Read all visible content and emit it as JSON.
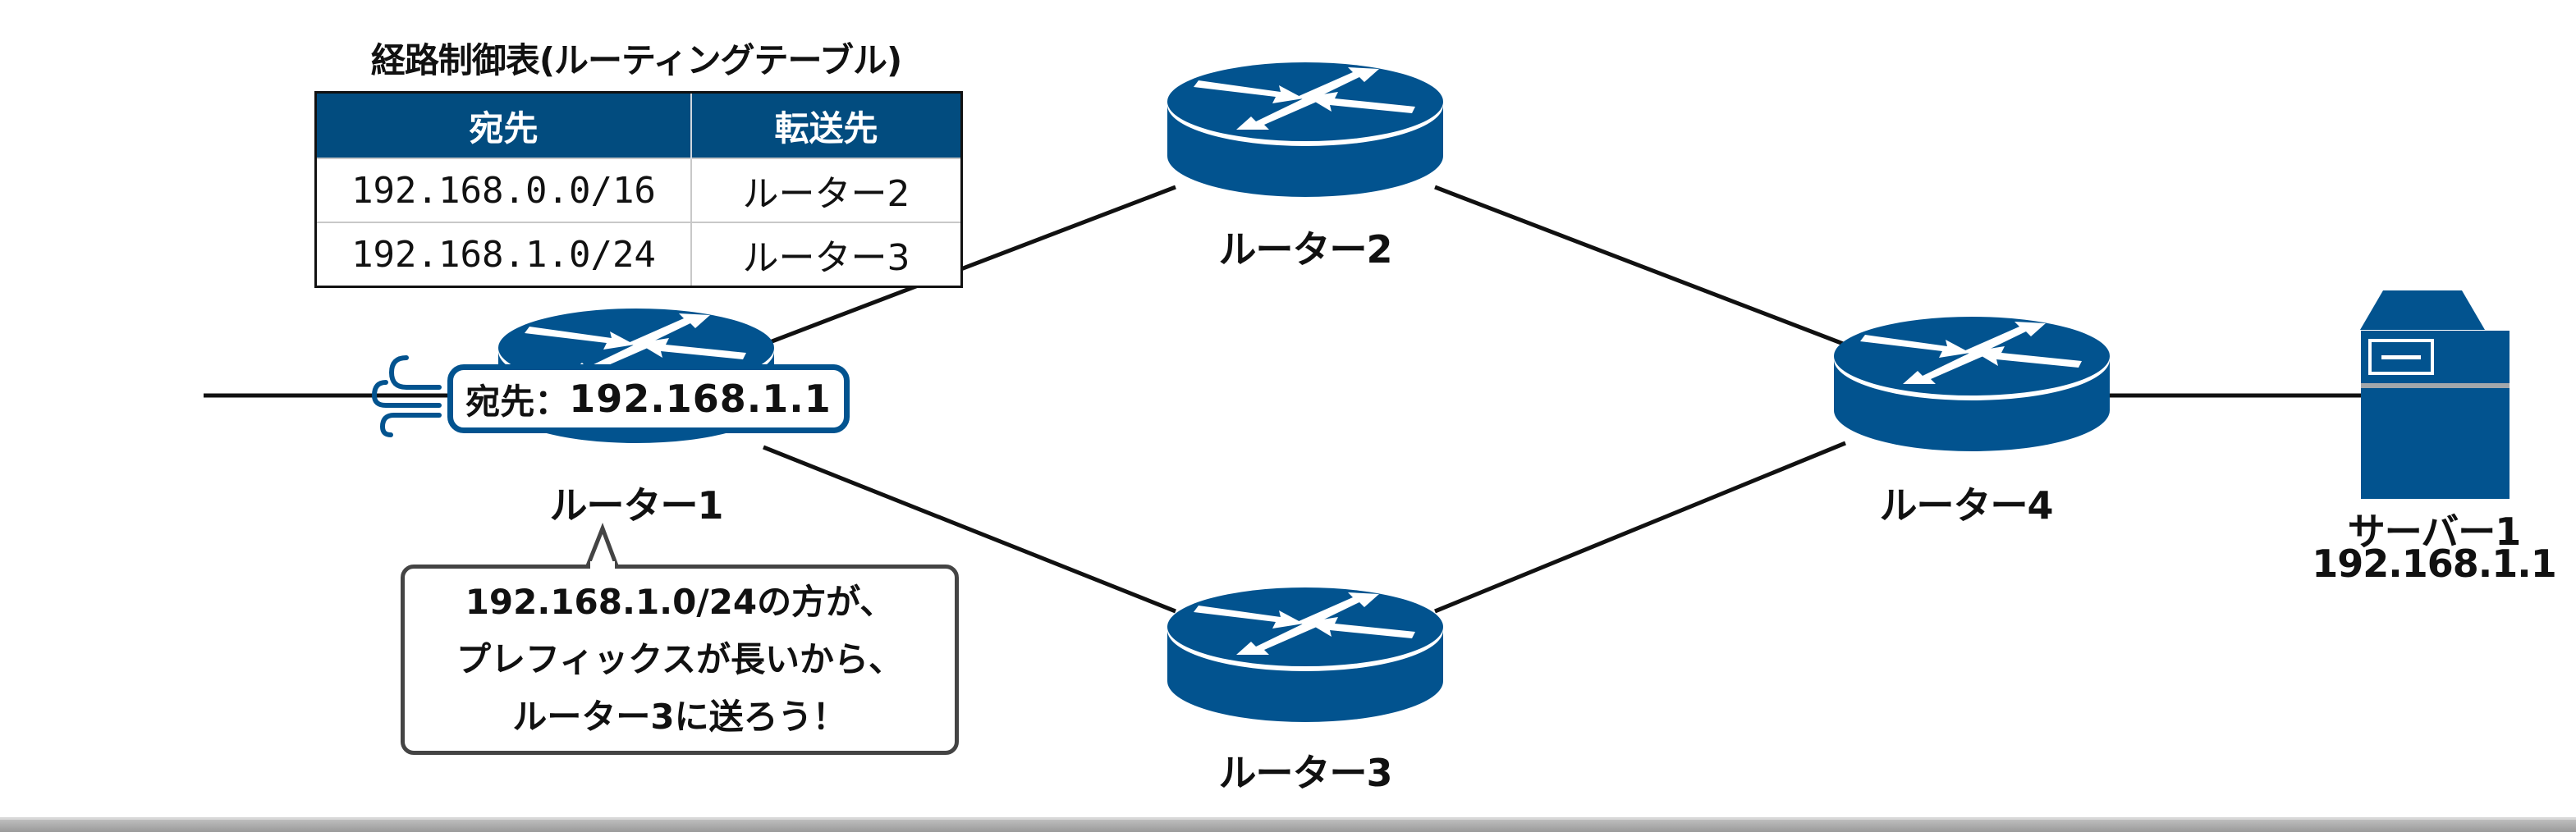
{
  "routing_table": {
    "title": "経路制御表(ルーティングテーブル)",
    "headers": [
      "宛先",
      "転送先"
    ],
    "rows": [
      {
        "destination": "192.168.0.0/16",
        "next_hop": "ルーター2"
      },
      {
        "destination": "192.168.1.0/24",
        "next_hop": "ルーター3"
      }
    ]
  },
  "packet": {
    "label": "宛先：",
    "destination_ip": "192.168.1.1"
  },
  "nodes": {
    "router1": {
      "label": "ルーター1"
    },
    "router2": {
      "label": "ルーター2"
    },
    "router3": {
      "label": "ルーター3"
    },
    "router4": {
      "label": "ルーター4"
    },
    "server1": {
      "label": "サーバー1",
      "ip": "192.168.1.1"
    }
  },
  "speech_bubble": {
    "lines": [
      "192.168.1.0/24の方が、",
      "プレフィックスが長いから、",
      "ルーター3に送ろう！"
    ]
  },
  "colors": {
    "device_blue": "#02538f",
    "table_header_blue": "#024c7f",
    "link_black": "#111111"
  }
}
